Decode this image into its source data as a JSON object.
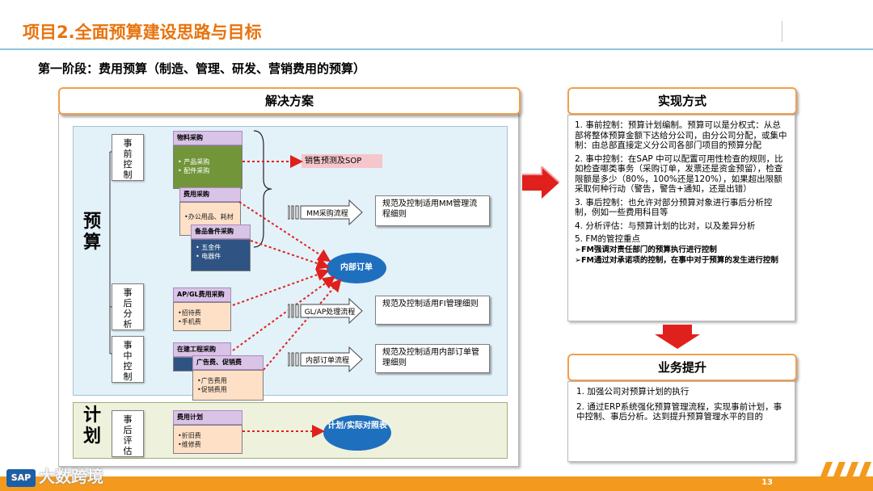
{
  "header": {
    "title": "项目2.全面预算建设思路与目标",
    "subtitle": "第一阶段：费用预算（制造、管理、研发、营销费用的预算）"
  },
  "solution": {
    "header": "解决方案",
    "budget_label": "预算",
    "plan_label": "计划",
    "phases": {
      "pre_control": "事前控制",
      "post_analysis": "事后分析",
      "mid_control": "事中控制",
      "post_eval": "事后评估"
    },
    "cards": {
      "material": {
        "title": "物料采购",
        "items": [
          "• 产品采购",
          "• 配件采购"
        ]
      },
      "expense": {
        "title": "费用采购",
        "items": [
          "•办公用品、耗材"
        ]
      },
      "spare": {
        "title": "备品备件采购",
        "items": [
          "• 五金件",
          "• 电器件"
        ]
      },
      "apgl": {
        "title": "AP/GL费用采购",
        "items": [
          "•招待费",
          "•手机费"
        ]
      },
      "construction": {
        "title": "在建工程采购"
      },
      "ad": {
        "title": "广告费、促销费",
        "items": [
          "•广告费用",
          "•促销费用"
        ]
      },
      "plan": {
        "title": "费用计划",
        "items": [
          "•折旧费",
          "•维修费"
        ]
      }
    },
    "sales_forecast": "销售预测及SOP",
    "internal_order": "内部订单",
    "plan_compare": "计划/实际对照表",
    "flows": [
      {
        "label": "MM采购流程",
        "note": "规范及控制适用MM管理流程细则"
      },
      {
        "label": "GL/AP处理流程",
        "note": "规范及控制适用FI管理细则"
      },
      {
        "label": "内部订单流程",
        "note": "规范及控制适用内部订单管理细则"
      }
    ]
  },
  "implementation": {
    "header": "实现方式",
    "items": [
      "1.   事前控制：预算计划编制。预算可以是分权式：从总部将整体预算金额下达给分公司，由分公司分配，或集中制：由总部直接定义分公司各部门项目的预算分配",
      "2.   事中控制：在SAP 中可以配置可用性检查的规则，比如检查哪类事务（采购订单，发票还是资金预留），检查限额是多少（80%，100%还是120%），如果超出限额采取何种行动（警告，警告+通知，还是出错）",
      "3.   事后控制：也允许对部分预算对象进行事后分析控制，例如一些费用科目等",
      "4.   分析评估：与预算计划的比对，以及差异分析",
      "5.   FM的管控重点"
    ],
    "fm_points": [
      "➢FM强调对责任部门的预算执行进行控制",
      "➢FM通过对承诺项的控制，在事中对于预算的发生进行控制"
    ]
  },
  "improvement": {
    "header": "业务提升",
    "items": [
      "1.   加强公司对预算计划的执行",
      "2.   通过ERP系统强化预算管理流程，实现事前计划，事中控制、事后分析。达到提升预算管理水平的目的"
    ]
  },
  "footer": {
    "watermark": "大数跨境",
    "page": "13"
  },
  "colors": {
    "accent": "#e8730c",
    "footer": "#f39a1e",
    "arrow_red": "#e0201d",
    "arrow_dotted": "#e0201d"
  }
}
